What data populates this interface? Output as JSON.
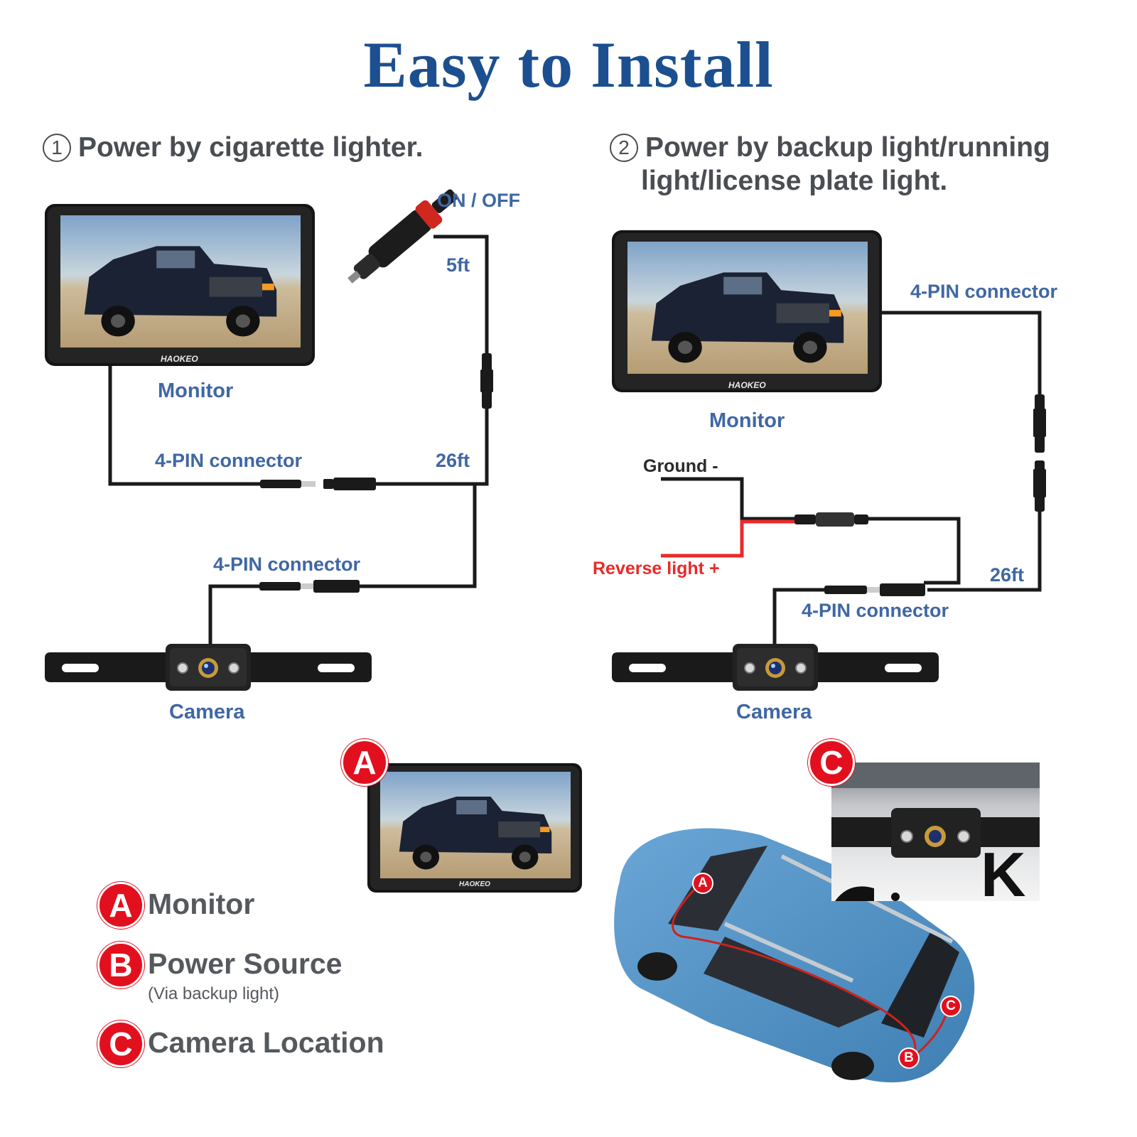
{
  "title": "Easy to Install",
  "section1": {
    "number": "1",
    "heading": "Power by cigarette lighter.",
    "on_off": "ON / OFF",
    "length_5ft": "5ft",
    "length_26ft": "26ft",
    "monitor_label": "Monitor",
    "connector_top": "4-PIN connector",
    "connector_bottom": "4-PIN connector",
    "camera_label": "Camera",
    "brand": "HAOKEO"
  },
  "section2": {
    "number": "2",
    "heading_line1": "Power by backup light/running",
    "heading_line2": "light/license plate light.",
    "connector_top": "4-PIN connector",
    "monitor_label": "Monitor",
    "ground": "Ground -",
    "reverse": "Reverse light +",
    "length_26ft": "26ft",
    "connector_bottom": "4-PIN connector",
    "camera_label": "Camera",
    "brand": "HAOKEO"
  },
  "legend": {
    "a_letter": "A",
    "a_text": "Monitor",
    "b_letter": "B",
    "b_text": "Power Source",
    "b_sub": "(Via backup light)",
    "c_letter": "C",
    "c_text": "Camera Location"
  },
  "badges": {
    "a": "A",
    "c": "C"
  },
  "car_markers": {
    "a": "A",
    "b": "B",
    "c": "C"
  },
  "closeup_plate_text": "K",
  "colors": {
    "title_blue": "#1c4f8f",
    "label_blue": "#3f67a3",
    "badge_red": "#e2101e",
    "wire_red": "#e82a2a",
    "car_blue": "#4f90c4"
  }
}
